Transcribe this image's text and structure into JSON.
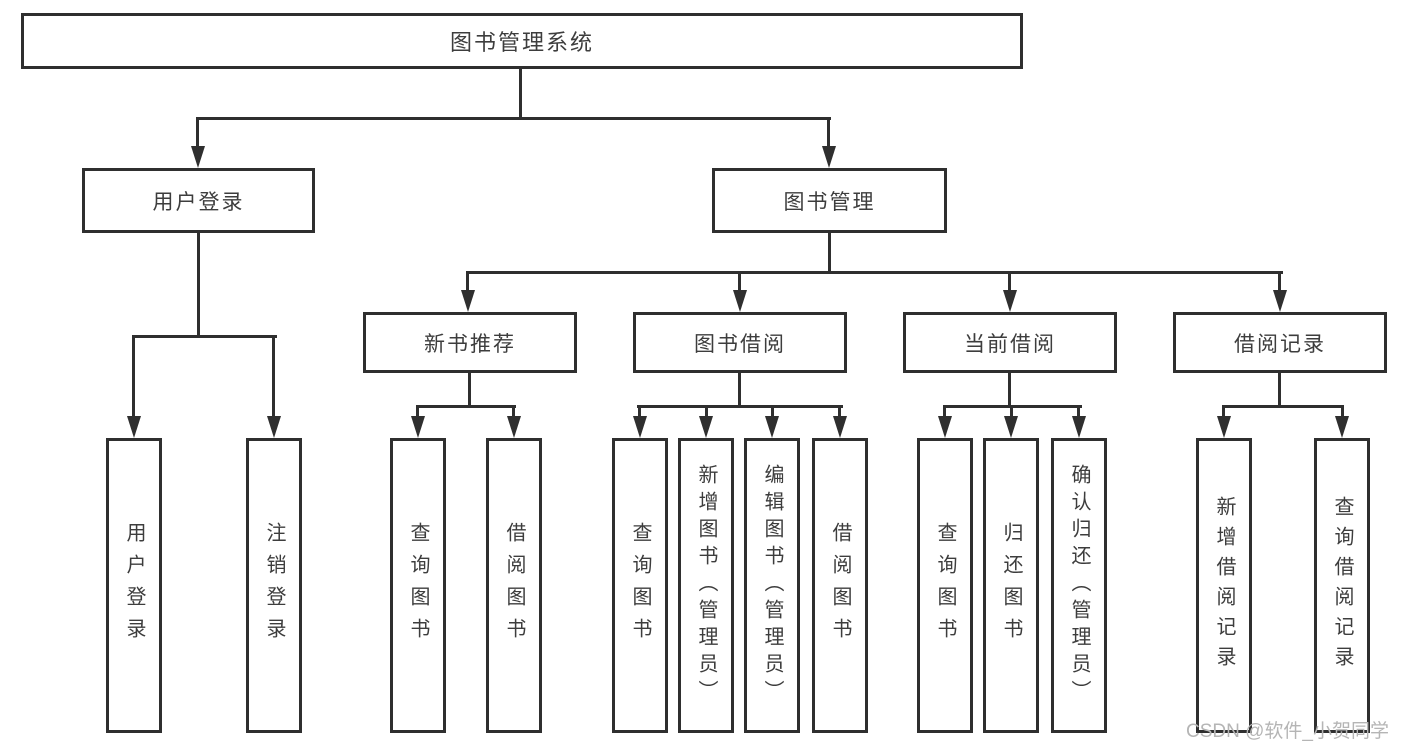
{
  "diagram": {
    "title": "图书管理系统",
    "root": {
      "label": "图书管理系统"
    },
    "level2": [
      {
        "label": "用户登录"
      },
      {
        "label": "图书管理"
      }
    ],
    "level3": [
      {
        "label": "新书推荐"
      },
      {
        "label": "图书借阅"
      },
      {
        "label": "当前借阅"
      },
      {
        "label": "借阅记录"
      }
    ],
    "leaves": [
      {
        "label": "用户登录"
      },
      {
        "label": "注销登录"
      },
      {
        "label": "查询图书"
      },
      {
        "label": "借阅图书"
      },
      {
        "label": "查询图书"
      },
      {
        "label": "新增图书（管理员）"
      },
      {
        "label": "编辑图书（管理员）"
      },
      {
        "label": "借阅图书"
      },
      {
        "label": "查询图书"
      },
      {
        "label": "归还图书"
      },
      {
        "label": "确认归还（管理员）"
      },
      {
        "label": "新增借阅记录"
      },
      {
        "label": "查询借阅记录"
      }
    ]
  },
  "watermark": {
    "text": "CSDN @软件_小贺同学"
  },
  "colors": {
    "line": "#2f2f2f",
    "text": "#3d3d3d",
    "watermark": "#b5b5b5",
    "bg": "#ffffff"
  }
}
